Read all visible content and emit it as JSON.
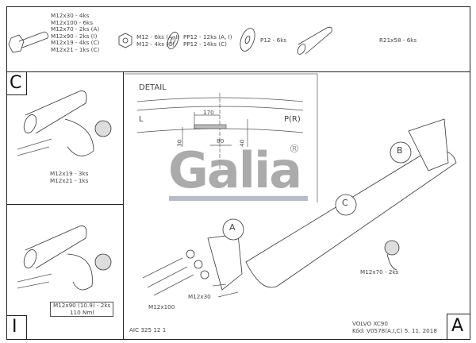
{
  "parts": {
    "bolt": [
      "M12x30 - 4ks",
      "M12x100 - 6ks",
      "M12x70 - 2ks (A)",
      "M12x90 - 2ks (I)",
      "M12x19 - 4ks (C)",
      "M12x21 - 1ks (C)"
    ],
    "nut": [
      "M12 - 6ks (A, I)",
      "M12 - 4ks (C)"
    ],
    "spring_washer": [
      "PP12 - 12ks (A, I)",
      "PP12 - 14ks (C)"
    ],
    "washer": "P12 - 6ks",
    "tube": "R21x58 - 6ks"
  },
  "panel_c": {
    "letter": "C",
    "labels": [
      "M12x19 - 3ks",
      "M12x21 - 1ks"
    ]
  },
  "panel_i": {
    "letter": "I",
    "labels": [
      "M12x90 (10.9) - 2ks",
      "110 Nml"
    ]
  },
  "detail": {
    "title": "DETAIL",
    "left": "L",
    "right": "P(R)",
    "dims": [
      "170",
      "80",
      "30",
      "40"
    ]
  },
  "logo": {
    "text": "Galia",
    "registered": "®"
  },
  "main": {
    "callouts": [
      "A",
      "B",
      "C"
    ],
    "labels": {
      "m12x70": "M12x70 - 2ks",
      "m12x30": "M12x30",
      "m12x100": "M12x100"
    },
    "code": "AIC 325 12 1",
    "vehicle": "VOLVO XC90",
    "kod": "Kód: V0578(A,I,C)  5. 11. 2018",
    "letter": "A"
  }
}
